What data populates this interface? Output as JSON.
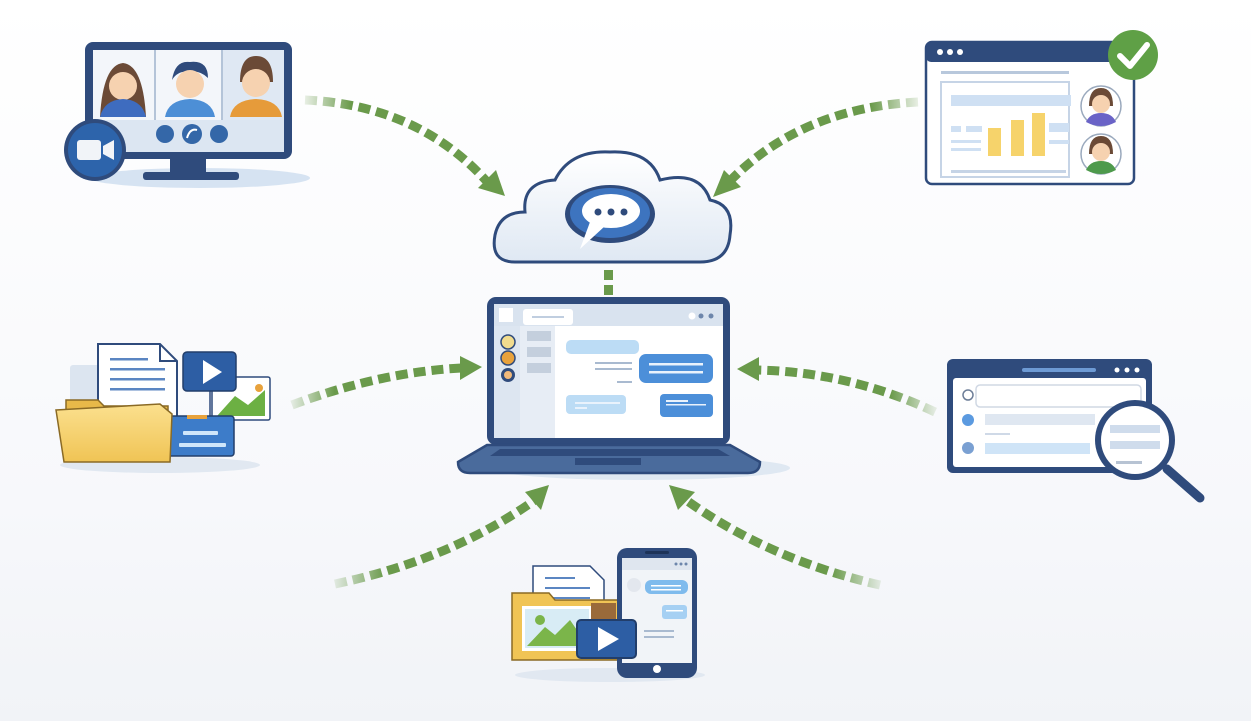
{
  "diagram": {
    "title": "",
    "center": {
      "device": "laptop",
      "label": "",
      "chat_app": {
        "contacts": 3,
        "messages": [
          "incoming",
          "outgoing",
          "incoming",
          "outgoing"
        ]
      }
    },
    "hub": {
      "shape": "cloud",
      "icon": "chat-bubble-icon",
      "link_to_center": true
    },
    "nodes": [
      {
        "id": "video-call",
        "position": "top-left",
        "icon": "video-camera-icon",
        "participants": 3,
        "arrow_target": "cloud"
      },
      {
        "id": "dashboard-approval",
        "position": "top-right",
        "icon": "checkmark-icon",
        "arrow_target": "cloud"
      },
      {
        "id": "file-sharing",
        "position": "middle-left",
        "icon": "folder-icon",
        "arrow_target": "laptop"
      },
      {
        "id": "search",
        "position": "middle-right",
        "icon": "magnifier-icon",
        "arrow_target": "laptop"
      },
      {
        "id": "mobile-media",
        "position": "bottom-center",
        "icon": "smartphone-icon",
        "arrow_target": "laptop"
      }
    ],
    "colors": {
      "navy": "#2f4b7c",
      "blue": "#3d7cc9",
      "light_blue": "#cfe2f7",
      "green_arrow": "#6a9a4b",
      "yellow": "#f6d36b",
      "orange": "#e8a23c",
      "check_green": "#5fa046",
      "background": "#f7f8fb"
    }
  }
}
